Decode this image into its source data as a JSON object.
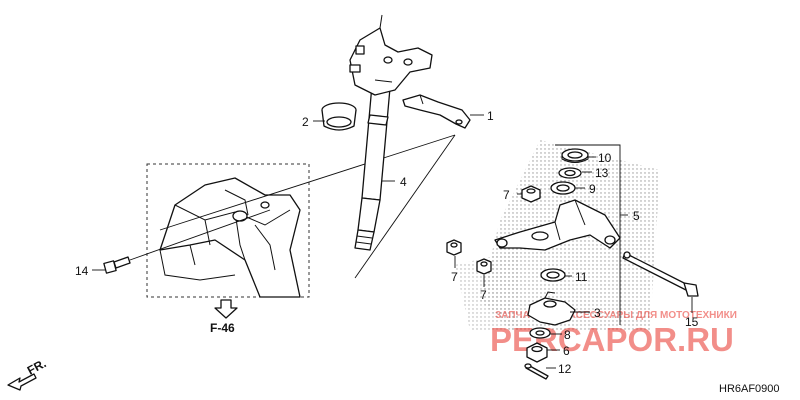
{
  "reference": {
    "text": "F-46"
  },
  "direction": {
    "text": "FR."
  },
  "diagram_code": "HR6AF0900",
  "watermark": {
    "line1": "ЗАПЧАСТИ И АКСЕССУАРЫ ДЛЯ МОТОТЕХНИКИ",
    "line2": "PERCAPOR.RU",
    "color": "#e8322a"
  },
  "callouts": [
    {
      "id": "1",
      "label": "1"
    },
    {
      "id": "2",
      "label": "2"
    },
    {
      "id": "3",
      "label": "3"
    },
    {
      "id": "4",
      "label": "4"
    },
    {
      "id": "5",
      "label": "5"
    },
    {
      "id": "6",
      "label": "6"
    },
    {
      "id": "7a",
      "label": "7"
    },
    {
      "id": "7b",
      "label": "7"
    },
    {
      "id": "7c",
      "label": "7"
    },
    {
      "id": "8",
      "label": "8"
    },
    {
      "id": "9",
      "label": "9"
    },
    {
      "id": "10",
      "label": "10"
    },
    {
      "id": "11",
      "label": "11"
    },
    {
      "id": "12",
      "label": "12"
    },
    {
      "id": "13",
      "label": "13"
    },
    {
      "id": "14",
      "label": "14"
    },
    {
      "id": "15",
      "label": "15"
    }
  ]
}
